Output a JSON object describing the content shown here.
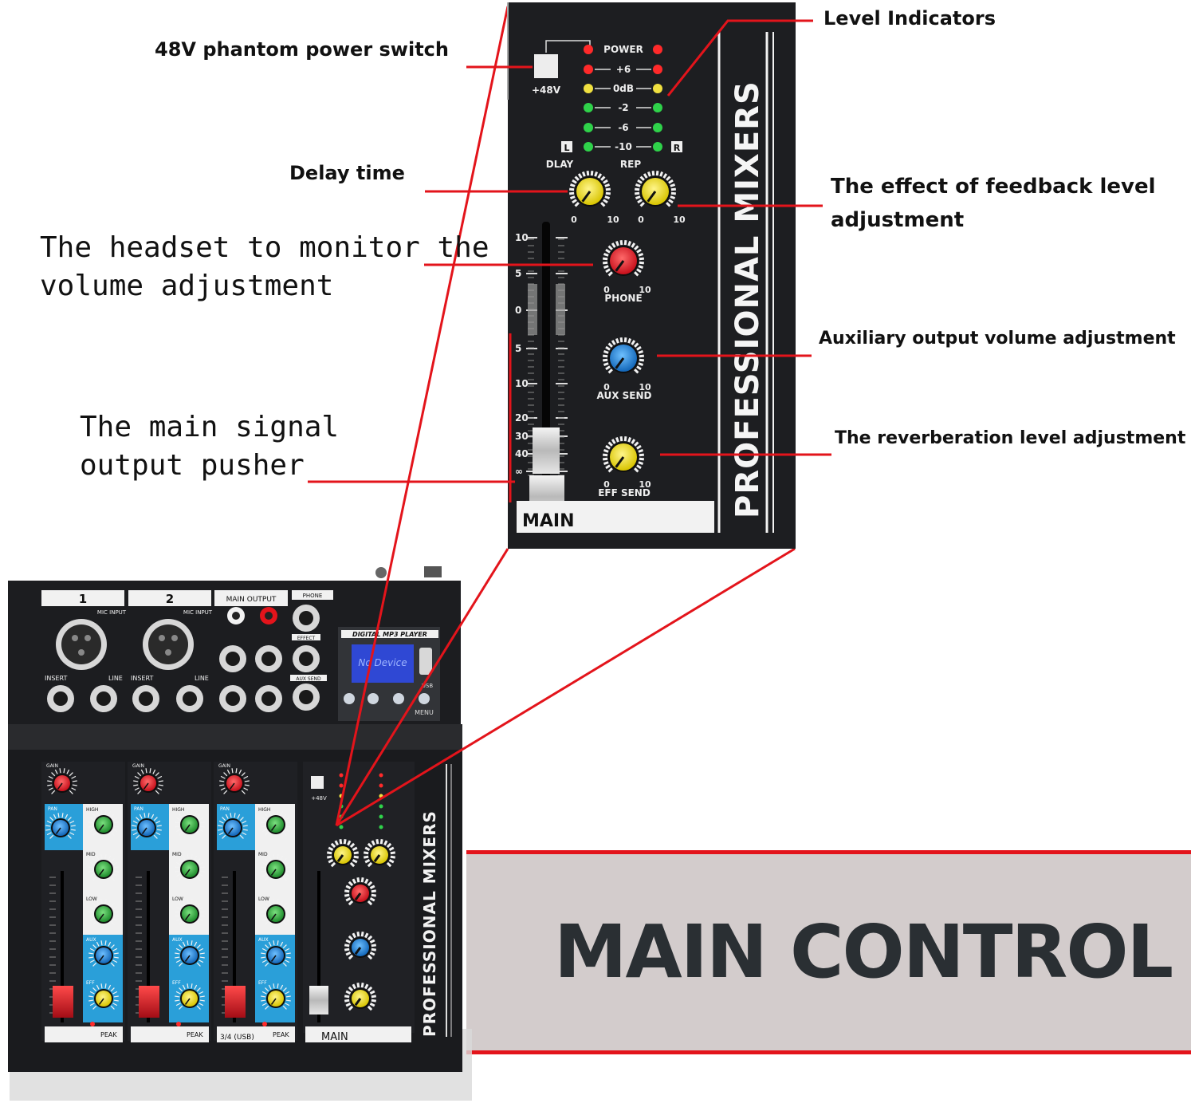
{
  "callouts": {
    "phantom": "48V phantom power switch",
    "level": "Level Indicators",
    "delay": "Delay time",
    "feedback_line1": "The effect of feedback level",
    "feedback_line2": "adjustment",
    "headset_line1": "The headset to monitor the",
    "headset_line2": "volume adjustment",
    "aux": "Auxiliary output volume adjustment",
    "reverb": "The reverberation level adjustment",
    "pusher_line1": "The main signal",
    "pusher_line2": "output pusher"
  },
  "banner": {
    "text": "MAIN CONTROL"
  },
  "detail_panel": {
    "vertical_title": "PROFESSIONAL MIXERS",
    "phantom_label": "+48V",
    "meter_labels": [
      "POWER",
      "+6",
      "0dB",
      "-2",
      "-6",
      "-10"
    ],
    "left_tag": "L",
    "right_tag": "R",
    "knob_dlay": "DLAY",
    "knob_rep": "REP",
    "knob_phone": "PHONE",
    "knob_aux": "AUX SEND",
    "knob_eff": "EFF SEND",
    "scale_min": "0",
    "scale_max": "10",
    "fader_scale": [
      "10",
      "5",
      "0",
      "5",
      "10",
      "20",
      "30",
      "40",
      "∞"
    ],
    "main_label": "MAIN"
  },
  "mixer": {
    "channel_1": "1",
    "channel_2": "2",
    "main_output": "MAIN OUTPUT",
    "phone": "PHONE",
    "mic_input": "MIC INPUT",
    "insert": "INSERT",
    "line": "LINE",
    "effect": "EFFECT",
    "aux_send": "AUX SEND",
    "mp3_title": "DIGITAL MP3 PLAYER",
    "mp3_display": "No Device",
    "menu": "MENU",
    "usb": "USB",
    "gain": "GAIN",
    "pan": "PAN",
    "high": "HIGH",
    "mid": "MID",
    "low": "LOW",
    "aux": "AUX",
    "eff": "EFF",
    "peak": "PEAK",
    "ch3_label": "3/4 (USB)",
    "vertical_title": "PROFESSIONAL MIXERS",
    "main_label": "MAIN",
    "phantom_label": "+48V"
  },
  "colors": {
    "accent_red": "#e3141b",
    "panel_black": "#1c1d20",
    "knob_yellow": "#f2e21a",
    "knob_red": "#e41d2b",
    "knob_blue": "#1f88d8",
    "knob_green": "#2fae3e",
    "strip_blue": "#2a9fd9",
    "led_green": "#2fd24a",
    "led_red": "#ff2a2a",
    "led_yellow": "#f0e040"
  }
}
